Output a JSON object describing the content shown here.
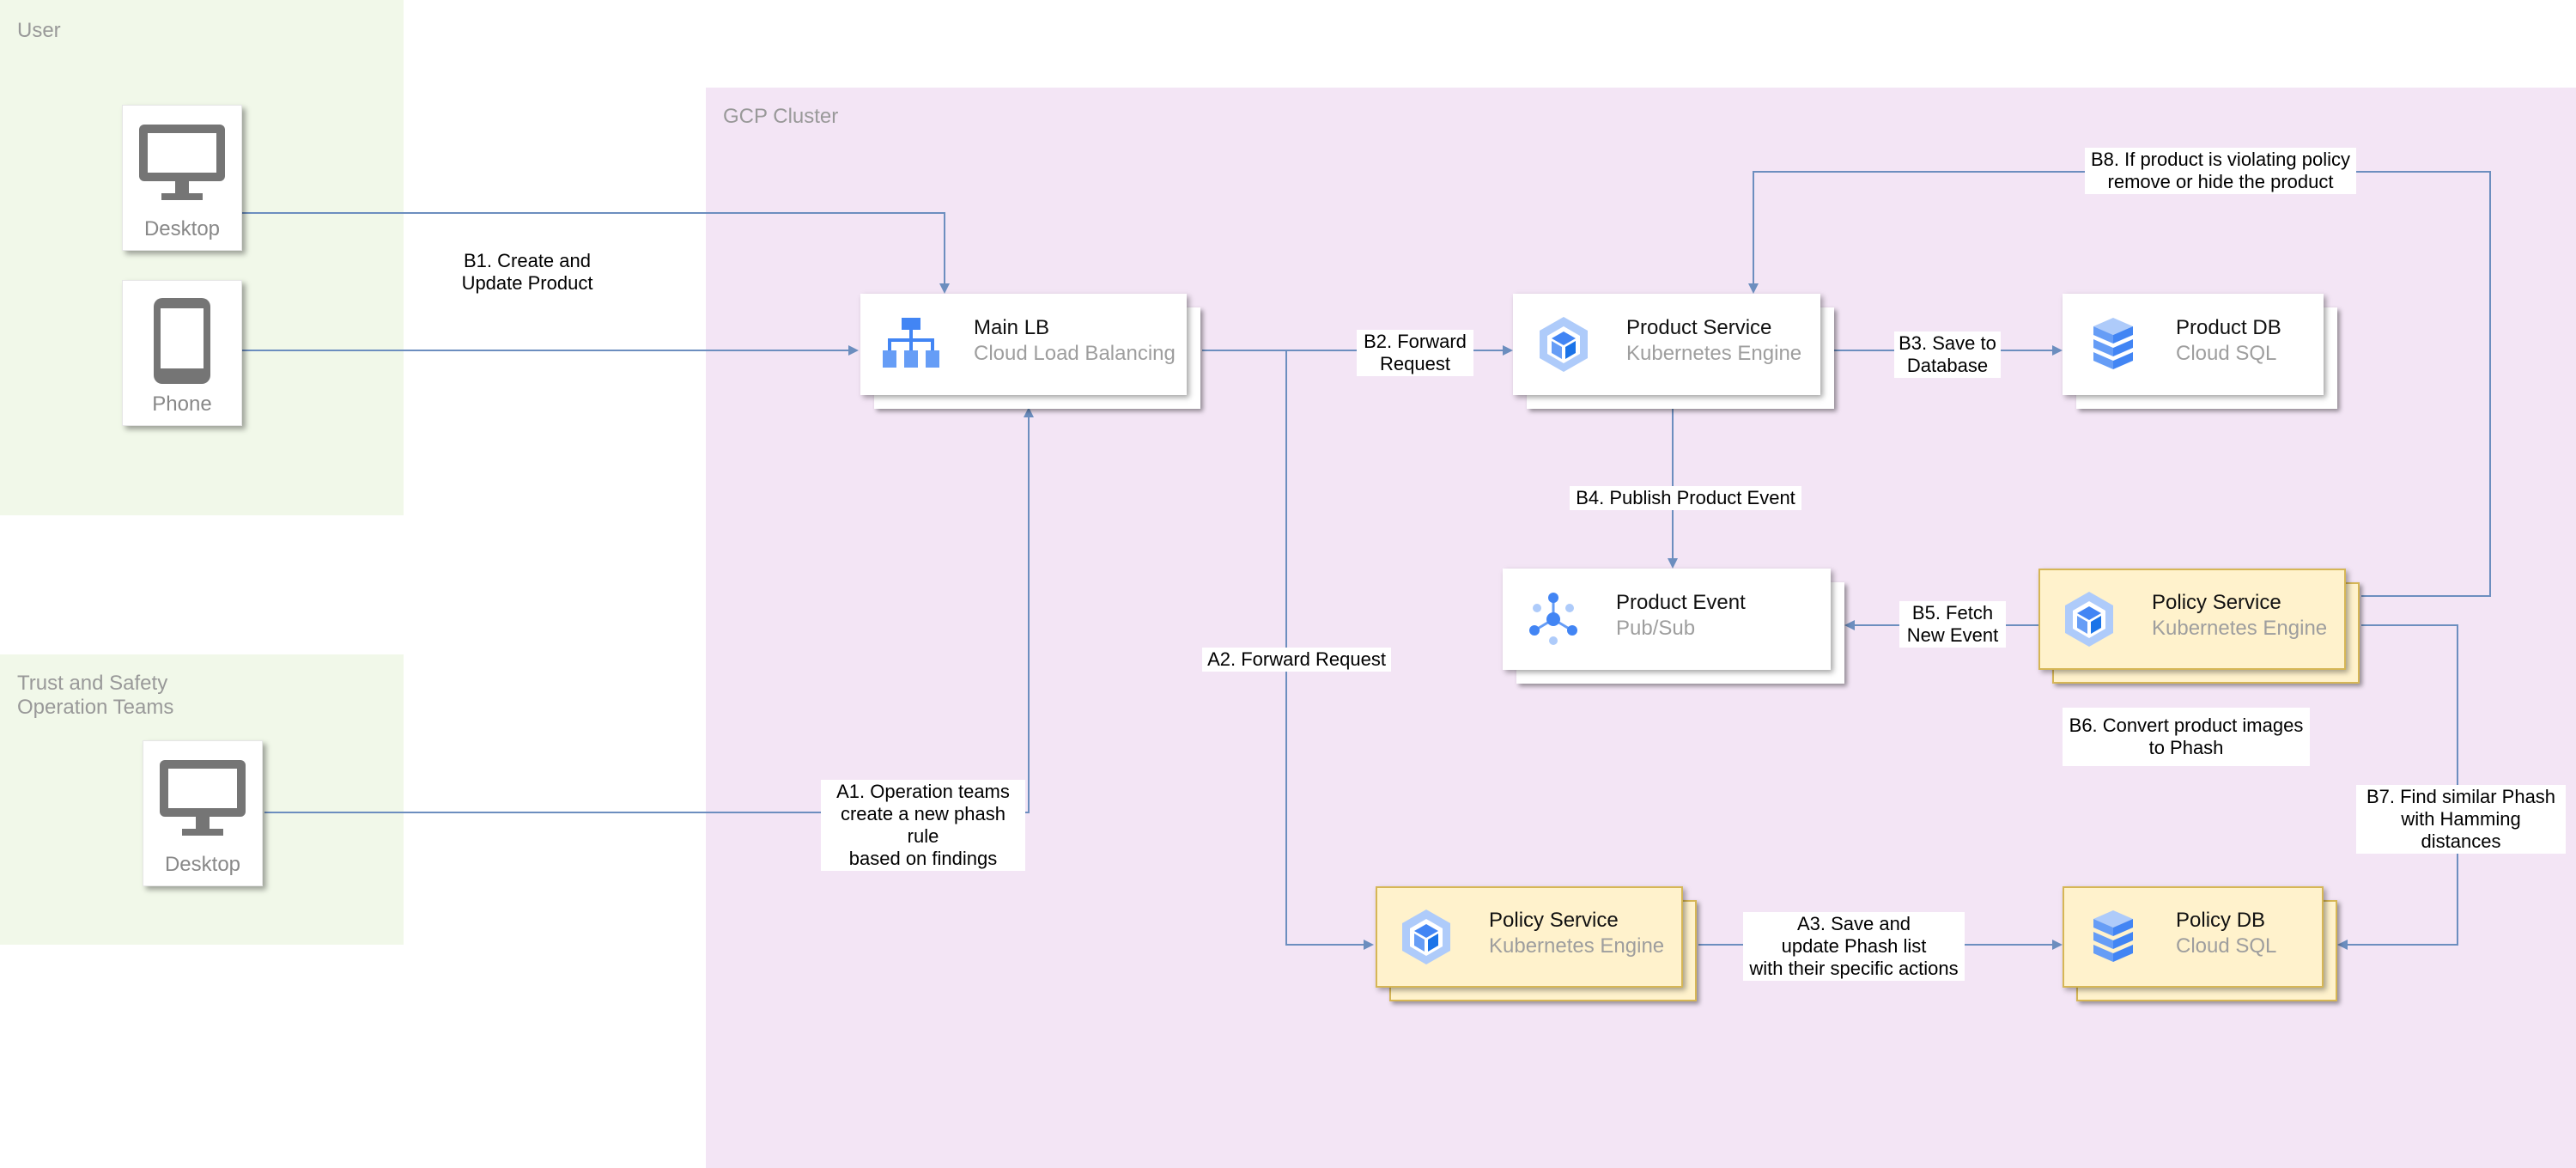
{
  "colors": {
    "user_zone": "#f1f8e9",
    "gcp_zone": "#f3e5f5",
    "edge": "#6c8ebf",
    "policy_fill": "#fff2cc",
    "policy_border": "#d6b656",
    "device_icon": "#757575",
    "gcp_icon": "#4285f4"
  },
  "zones": {
    "user": "User",
    "trust": "Trust and Safety\nOperation Teams",
    "gcp": "GCP Cluster"
  },
  "devices": {
    "desktop_user": {
      "label": "Desktop",
      "icon": "monitor-icon"
    },
    "phone": {
      "label": "Phone",
      "icon": "phone-icon"
    },
    "desktop_ops": {
      "label": "Desktop",
      "icon": "monitor-icon"
    }
  },
  "nodes": {
    "main_lb": {
      "title": "Main LB",
      "subtitle": "Cloud Load Balancing",
      "icon": "load-balancing-icon"
    },
    "product_service": {
      "title": "Product Service",
      "subtitle": "Kubernetes Engine",
      "icon": "kubernetes-icon"
    },
    "product_db": {
      "title": "Product DB",
      "subtitle": "Cloud SQL",
      "icon": "cloud-sql-icon"
    },
    "product_event": {
      "title": "Product Event",
      "subtitle": "Pub/Sub",
      "icon": "pubsub-icon"
    },
    "policy_service_top": {
      "title": "Policy Service",
      "subtitle": "Kubernetes Engine",
      "icon": "kubernetes-icon"
    },
    "policy_service_bottom": {
      "title": "Policy Service",
      "subtitle": "Kubernetes Engine",
      "icon": "kubernetes-icon"
    },
    "policy_db": {
      "title": "Policy DB",
      "subtitle": "Cloud SQL",
      "icon": "cloud-sql-icon"
    }
  },
  "edges": {
    "b1": "B1. Create and\nUpdate Product",
    "b2": "B2. Forward\nRequest",
    "b3": "B3. Save to\nDatabase",
    "b4": "B4. Publish Product Event",
    "b5": "B5. Fetch\nNew Event",
    "b6": "B6. Convert product images\nto Phash",
    "b7": "B7. Find similar Phash\nwith Hamming distances",
    "b8": "B8. If product is violating policy\nremove or hide the product",
    "a1": "A1. Operation teams\ncreate a new phash rule\nbased on findings",
    "a2": "A2. Forward Request",
    "a3": "A3. Save and\nupdate Phash list\nwith their specific actions"
  }
}
